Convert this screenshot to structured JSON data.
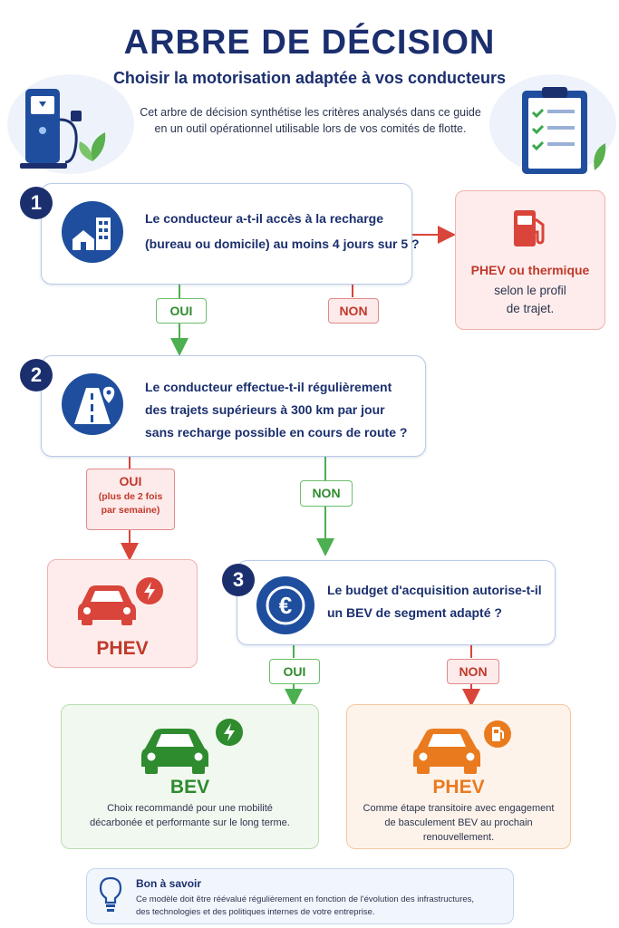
{
  "header": {
    "title": "ARBRE DE DÉCISION",
    "subtitle": "Choisir la motorisation adaptée à vos conducteurs",
    "intro_lines": [
      "Cet arbre de décision synthétise les critères analysés dans ce guide",
      "en un outil opérationnel utilisable lors de vos comités de flotte."
    ]
  },
  "questions": [
    {
      "number": "1",
      "lines": [
        "Le conducteur a-t-il accès à la recharge",
        "(bureau ou domicile) au moins 4 jours sur 5 ?"
      ],
      "icon": "building-house-icon"
    },
    {
      "number": "2",
      "lines": [
        "Le conducteur effectue-t-il régulièrement",
        "des trajets supérieurs à 300 km par jour",
        "sans recharge possible en cours de route ?"
      ],
      "icon": "road-pin-icon"
    },
    {
      "number": "3",
      "lines": [
        "Le budget d'acquisition autorise-t-il",
        "un BEV de segment adapté ?"
      ],
      "icon": "euro-icon"
    }
  ],
  "branches": {
    "q1_yes": "OUI",
    "q1_no": "NON",
    "q2_yes": "OUI",
    "q2_yes_note": [
      "(plus de 2 fois",
      "par semaine)"
    ],
    "q2_no": "NON",
    "q3_yes": "OUI",
    "q3_no": "NON"
  },
  "results": {
    "q1_no": {
      "title": "PHEV ou thermique",
      "desc": [
        "selon le profil",
        "de trajet."
      ]
    },
    "q2_yes": {
      "title": "PHEV"
    },
    "q3_yes": {
      "title": "BEV",
      "desc": [
        "Choix recommandé pour une mobilité",
        "décarbonée et performante sur le long terme."
      ]
    },
    "q3_no": {
      "title": "PHEV",
      "desc": [
        "Comme étape transitoire avec engagement",
        "de basculement BEV au prochain",
        "renouvellement."
      ]
    }
  },
  "tip": {
    "title": "Bon à savoir",
    "lines": [
      "Ce modèle doit être réévalué régulièrement en fonction de l'évolution des infrastructures,",
      "des technologies et des politiques internes de votre entreprise."
    ]
  },
  "colors": {
    "navy": "#1b2f6e",
    "blue": "#1f4e9e",
    "green": "#2e8b2e",
    "red": "#c0392b",
    "orange": "#ea7a1e"
  }
}
